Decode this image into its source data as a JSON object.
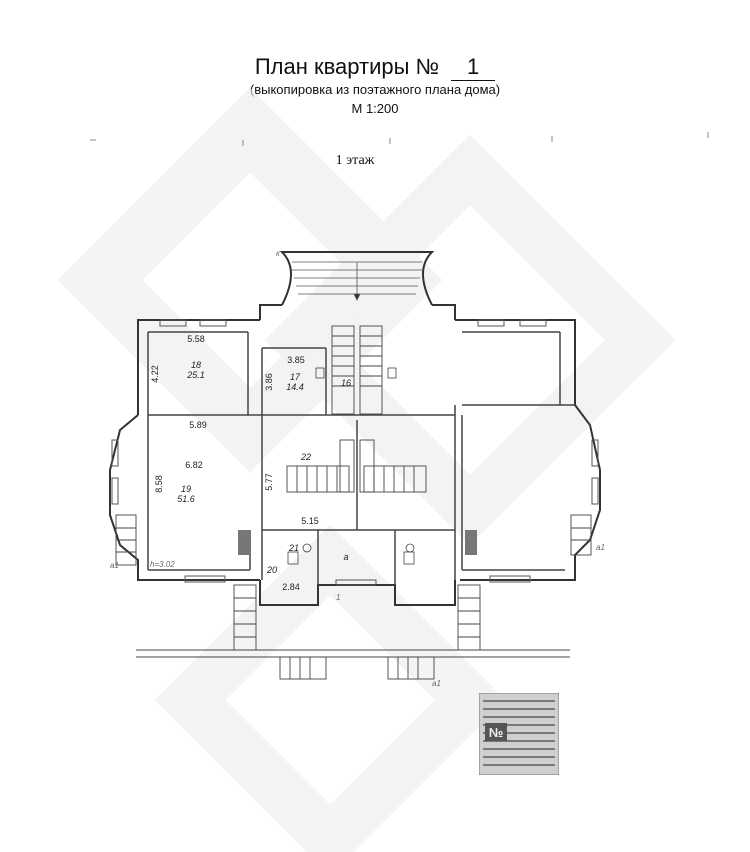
{
  "header": {
    "title": "План квартиры №",
    "number": "1",
    "subtitle": "(выкопировка из поэтажного плана дома)",
    "scale": "М 1:200",
    "floor": "1 этаж"
  },
  "rooms": {
    "r18": {
      "num": "18",
      "area": "25.1"
    },
    "r17": {
      "num": "17",
      "area": "14.4"
    },
    "r16": {
      "num": "16"
    },
    "r22": {
      "num": "22"
    },
    "r19": {
      "num": "19",
      "area": "51.6"
    },
    "r21": {
      "num": "21"
    },
    "r20": {
      "num": "20"
    },
    "ra": {
      "num": "а"
    }
  },
  "dimensions": {
    "d558": "5.58",
    "d422": "4.22",
    "d385": "3.85",
    "d386": "3.86",
    "d589": "5.89",
    "d682": "6.82",
    "d858": "8.58",
    "d577": "5.77",
    "d515": "5.15",
    "d284": "2.84",
    "height": "h=3.02"
  },
  "marks": {
    "k": "к",
    "a1_right": "а1",
    "a1_left": "а1",
    "a1_bottom": "а1",
    "one": "1"
  }
}
